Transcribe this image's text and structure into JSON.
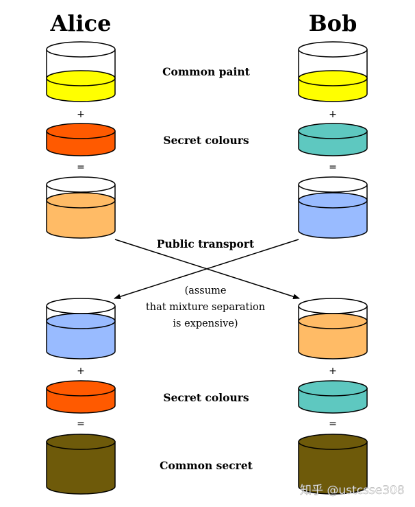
{
  "titles": {
    "left": "Alice",
    "right": "Bob"
  },
  "labels": {
    "common_paint": "Common paint",
    "secret_colours_1": "Secret colours",
    "public_transport": "Public transport",
    "assume_line1": "(assume",
    "assume_line2": "that mixture separation",
    "assume_line3": "is expensive)",
    "secret_colours_2": "Secret colours",
    "common_secret": "Common secret"
  },
  "operators": {
    "plus": "+",
    "equals": "="
  },
  "watermark": "知乎 @ustcsse308",
  "colors": {
    "common_paint": "#ffff00",
    "alice_secret": "#ff5a00",
    "bob_secret": "#5ec8c0",
    "alice_mixture": "#ffbb66",
    "bob_mixture": "#99bbff",
    "common_secret": "#6e5a0a"
  }
}
